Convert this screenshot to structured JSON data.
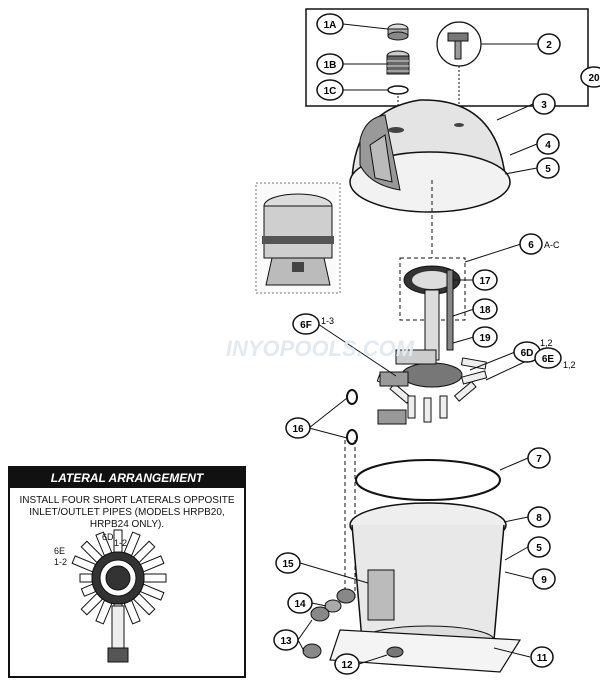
{
  "callouts": {
    "c1a": "1A",
    "c1b": "1B",
    "c1c": "1C",
    "c2": "2",
    "c20": "20",
    "c3": "3",
    "c4": "4",
    "c5a": "5",
    "c6": "6",
    "c6_suffix": "A-C",
    "c17": "17",
    "c18": "18",
    "c19": "19",
    "c6f": "6F",
    "c6f_suffix": "1-3",
    "c6d": "6D",
    "c6d_suffix": "1,2",
    "c6e": "6E",
    "c6e_suffix": "1,2",
    "c16": "16",
    "c7": "7",
    "c8": "8",
    "c5b": "5",
    "c9": "9",
    "c15": "15",
    "c14": "14",
    "c13": "13",
    "c12": "12",
    "c11": "11"
  },
  "lateral_box": {
    "title": "LATERAL ARRANGEMENT",
    "instructions": "INSTALL FOUR SHORT LATERALS OPPOSITE INLET/OUTLET PIPES (MODELS HRPB20, HRPB24 ONLY).",
    "label_6d": "6D",
    "label_6d_sub": "1-2",
    "label_6e": "6E",
    "label_6e_sub": "1-2"
  },
  "watermark": "INYOPOOLS.COM"
}
